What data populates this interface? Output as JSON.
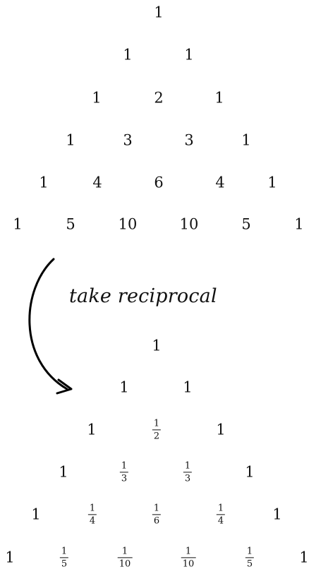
{
  "top_triangle": {
    "rows": [
      [
        "1"
      ],
      [
        "1",
        "1"
      ],
      [
        "1",
        "2",
        "1"
      ],
      [
        "1",
        "3",
        "3",
        "1"
      ],
      [
        "1",
        "4",
        "6",
        "4",
        "1"
      ],
      [
        "1",
        "5",
        "10",
        "10",
        "5",
        "1"
      ]
    ]
  },
  "caption": "take reciprocal",
  "bottom_triangle": {
    "rows": [
      [
        {
          "whole": "1"
        }
      ],
      [
        {
          "whole": "1"
        },
        {
          "whole": "1"
        }
      ],
      [
        {
          "whole": "1"
        },
        {
          "num": "1",
          "den": "2"
        },
        {
          "whole": "1"
        }
      ],
      [
        {
          "whole": "1"
        },
        {
          "num": "1",
          "den": "3"
        },
        {
          "num": "1",
          "den": "3"
        },
        {
          "whole": "1"
        }
      ],
      [
        {
          "whole": "1"
        },
        {
          "num": "1",
          "den": "4"
        },
        {
          "num": "1",
          "den": "6"
        },
        {
          "num": "1",
          "den": "4"
        },
        {
          "whole": "1"
        }
      ],
      [
        {
          "whole": "1"
        },
        {
          "num": "1",
          "den": "5"
        },
        {
          "num": "1",
          "den": "10"
        },
        {
          "num": "1",
          "den": "10"
        },
        {
          "num": "1",
          "den": "5"
        },
        {
          "whole": "1"
        }
      ]
    ]
  }
}
